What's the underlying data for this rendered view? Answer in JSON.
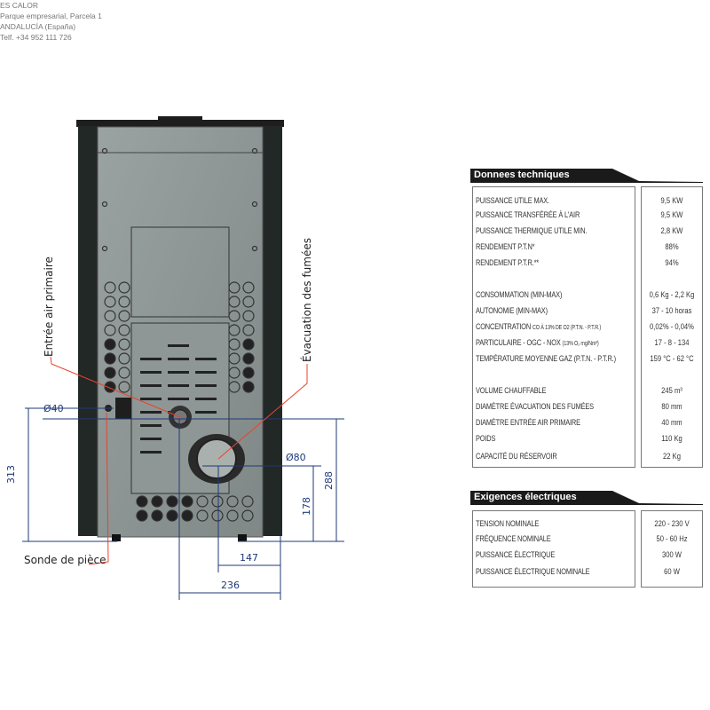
{
  "company": {
    "name": "ES CALOR",
    "address1": "Parque empresarial, Parcela 1",
    "address2": "ANDALUCÍA (España)",
    "phone": "Telf. +34 952 111 726"
  },
  "tech": {
    "title": "Donnees techniques",
    "rows": [
      {
        "label": "PUISSANCE UTILE MAX.",
        "value": "9,5 KW"
      },
      {
        "label": "PUISSANCE TRANSFÉRÉE À L'AIR",
        "value": "9,5 KW"
      },
      {
        "label": "PUISSANCE THERMIQUE UTILE MIN.",
        "value": "2,8 KW"
      },
      {
        "label": "RENDEMENT P.T.N*",
        "value": "88%"
      },
      {
        "label": "RENDEMENT P.T.R.**",
        "value": "94%"
      },
      {
        "label": "CONSOMMATION (MIN-MAX)",
        "value": "0,6 Kg - 2,2 Kg"
      },
      {
        "label": "AUTONOMIE (MIN-MAX)",
        "value": "37 - 10 horas"
      },
      {
        "label": "CONCENTRATION",
        "label_small": "CO À 13% DE O2 (P.T.N. - P.T.R.)",
        "value": "0,02% - 0,04%"
      },
      {
        "label": "PARTICULAIRE - OGC - NOX",
        "label_small": "(13% O₂ mg/Nm³)",
        "value": "17 - 8 - 134"
      },
      {
        "label": "TEMPÉRATURE MOYENNE GAZ (P.T.N. - P.T.R.)",
        "value": "159 °C - 62 °C"
      },
      {
        "label": "VOLUME CHAUFFABLE",
        "value": "245 m³"
      },
      {
        "label": "DIAMÈTRE ÉVACUATION DES FUMÉES",
        "value": "80 mm"
      },
      {
        "label": "DIAMÈTRE ENTRÉE AIR PRIMAIRE",
        "value": "40 mm"
      },
      {
        "label": "POIDS",
        "value": "110 Kg"
      },
      {
        "label": "CAPACITÉ DU RÉSERVOIR",
        "value": "22 Kg"
      }
    ]
  },
  "elec": {
    "title": "Exigences électriques",
    "rows": [
      {
        "label": "TENSION NOMINALE",
        "value": "220 - 230 V"
      },
      {
        "label": "FRÉQUENCE NOMINALE",
        "value": "50 - 60 Hz"
      },
      {
        "label": "PUISSANCE ÉLECTRIQUE",
        "value": "300 W"
      },
      {
        "label": "PUISSANCE ÉLECTRIQUE NOMINALE",
        "value": "60 W"
      }
    ]
  },
  "drawing": {
    "air_inlet_label": "Entrée air primaire",
    "flue_label": "Évacuation des fumées",
    "probe_label": "Sonde de pièce",
    "dims": {
      "d40": "Ø40",
      "d80": "Ø80",
      "h313": "313",
      "h288": "288",
      "h178": "178",
      "w147": "147",
      "w236": "236"
    }
  },
  "colors": {
    "dimension": "#1f3a7a",
    "leader": "#e8432e",
    "header": "#1a1a1a"
  }
}
